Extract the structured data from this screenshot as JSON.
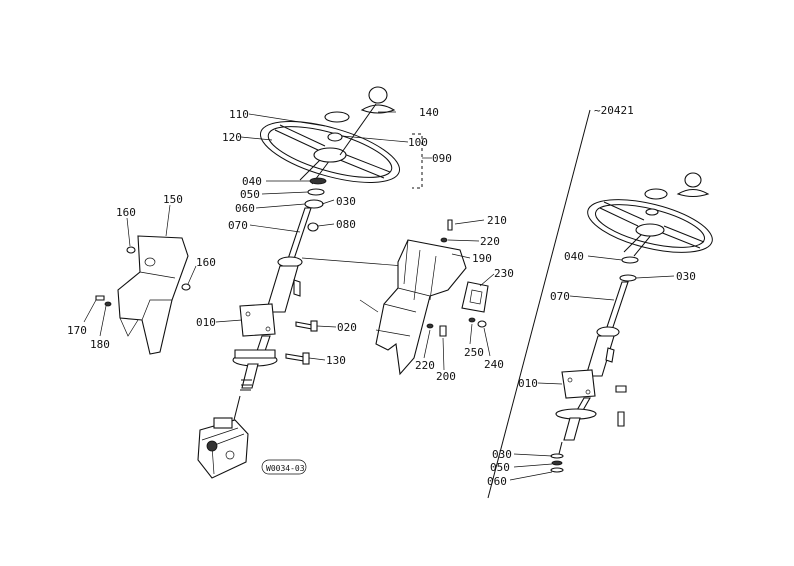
{
  "diagram": {
    "serial_note": "~20421",
    "drawing_code": "W0034-03",
    "callouts": {
      "c010_left": "010",
      "c020": "020",
      "c030_left": "030",
      "c040_left": "040",
      "c050_left": "050",
      "c060_left": "060",
      "c070_left": "070",
      "c080": "080",
      "c090": "090",
      "c100": "100",
      "c110": "110",
      "c120": "120",
      "c130": "130",
      "c140": "140",
      "c150": "150",
      "c160_top": "160",
      "c160_right": "160",
      "c170": "170",
      "c180": "180",
      "c190": "190",
      "c200": "200",
      "c210": "210",
      "c220_top": "220",
      "c220_bottom": "220",
      "c230": "230",
      "c240": "240",
      "c250": "250",
      "c040_right": "040",
      "c030_right_top": "030",
      "c070_right": "070",
      "c010_right": "010",
      "c030_right_bottom": "030",
      "c050_right": "050",
      "c060_right": "060"
    }
  }
}
